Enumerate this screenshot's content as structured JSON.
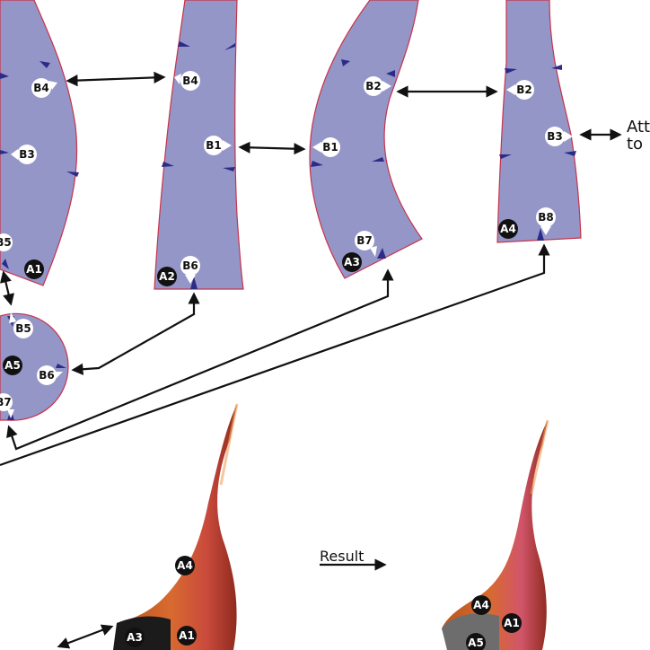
{
  "side_note": {
    "line1": "Att",
    "line2": "to"
  },
  "result_label": "Result",
  "labels": {
    "b1_a": "B1",
    "b1_b": "B1",
    "b2_a": "B2",
    "b2_b": "B2",
    "b3_a": "B3",
    "b3_b": "B3",
    "b4_a": "B4",
    "b4_b": "B4",
    "b5_a": "B5",
    "b5_b": "B5",
    "b6_a": "B6",
    "b6_b": "B6",
    "b7_a": "B7",
    "b7_b": "B7",
    "b8": "B8",
    "a1": "A1",
    "a2": "A2",
    "a3": "A3",
    "a4": "A4",
    "a5": "A5",
    "horn_a4": "A4",
    "horn_a1": "A1",
    "horn_a3": "A3",
    "res_a4": "A4",
    "res_a1": "A1",
    "res_a5": "A5"
  },
  "colors": {
    "pattern_fill": "#9596c8",
    "pattern_edge": "#c8324a",
    "notch": "#2c2c88",
    "horn_base": "#b33a2a",
    "horn_highlight": "#e07a3a"
  }
}
